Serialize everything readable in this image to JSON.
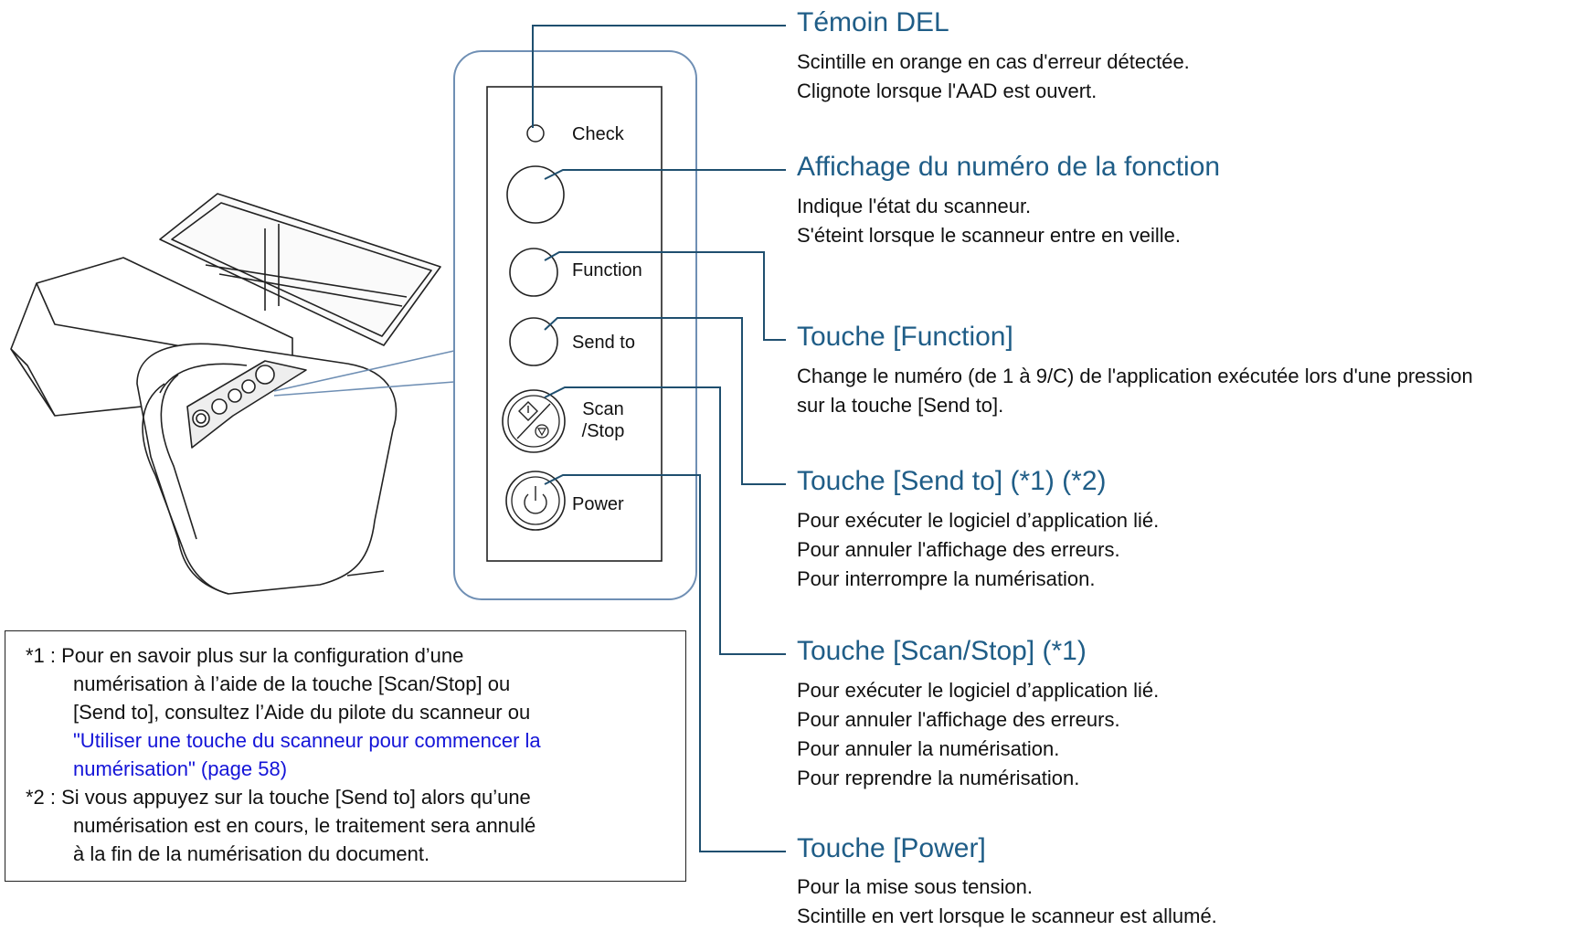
{
  "panel": {
    "check": "Check",
    "function": "Function",
    "send_to": "Send to",
    "scan_line1": "Scan",
    "scan_line2": "/Stop",
    "power": "Power"
  },
  "labels": [
    {
      "title": "Témoin DEL",
      "lines": [
        "Scintille en orange en cas d'erreur détectée.",
        "Clignote lorsque l'AAD est ouvert."
      ]
    },
    {
      "title": "Affichage du numéro de la fonction",
      "lines": [
        "Indique l'état du scanneur.",
        "S'éteint lorsque le scanneur entre en veille."
      ]
    },
    {
      "title": "Touche [Function]",
      "lines": [
        "Change le numéro (de 1 à 9/C) de l'application exécutée lors d'une pression",
        "sur la touche [Send to]."
      ]
    },
    {
      "title": "Touche [Send to] (*1) (*2)",
      "lines": [
        "Pour exécuter le logiciel d’application lié.",
        "Pour annuler l'affichage des erreurs.",
        "Pour interrompre la numérisation."
      ]
    },
    {
      "title": "Touche [Scan/Stop] (*1)",
      "lines": [
        "Pour exécuter le logiciel d’application lié.",
        "Pour annuler l'affichage des erreurs.",
        "Pour annuler la numérisation.",
        "Pour reprendre la numérisation."
      ]
    },
    {
      "title": "Touche [Power]",
      "lines": [
        "Pour la mise sous tension.",
        "Scintille en vert lorsque le scanneur est allumé."
      ]
    }
  ],
  "notes": {
    "n1_line1": "*1 : Pour en savoir plus sur la configuration d’une",
    "n1_line2": "numérisation à l’aide de la touche [Scan/Stop] ou",
    "n1_line3": "[Send to], consultez l’Aide du pilote du scanneur ou",
    "n1_link1": "\"Utiliser une touche du scanneur pour commencer la",
    "n1_link2": "numérisation\" (page 58)",
    "n2_line1": "*2 : Si vous appuyez sur la touche [Send to] alors qu’une",
    "n2_line2": "numérisation est en cours, le traitement sera annulé",
    "n2_line3": "à la fin de la numérisation du document."
  },
  "colors": {
    "title": "#1f5d87",
    "leader": "#1f4f6f",
    "link": "#1414d8",
    "panel_outline": "#6f8fb4"
  }
}
